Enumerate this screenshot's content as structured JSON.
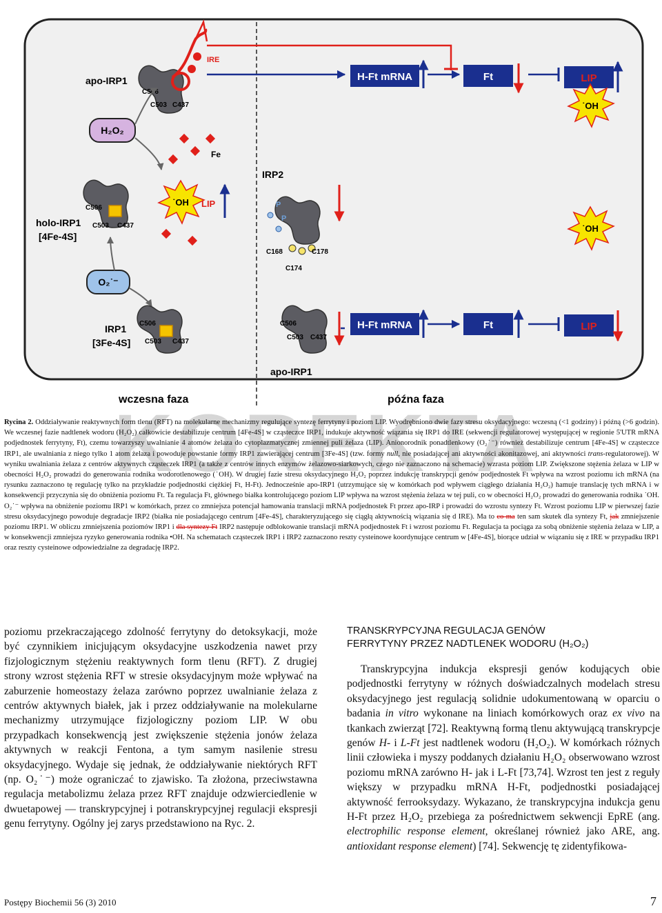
{
  "figure": {
    "labels": {
      "apo_irp1_top": "apo-IRP1",
      "ire": "IRE",
      "c506": "C506",
      "c503": "C503",
      "c437": "C437",
      "h2o2": "H₂O₂",
      "fe": "Fe",
      "irp2": "IRP2",
      "p": "P",
      "c168": "C168",
      "c178": "C178",
      "c174": "C174",
      "holo_irp1_line1": "holo-IRP1",
      "holo_irp1_line2": "[4Fe-4S]",
      "o2": "O₂˙⁻",
      "irp1_3fe_line1": "IRP1",
      "irp1_3fe_line2": "[3Fe-4S]",
      "oh": "˙OH",
      "lip": "LIP",
      "hft_mrna": "H-Ft mRNA",
      "ft": "Ft",
      "apo_irp1_bottom": "apo-IRP1",
      "early_phase": "wczesna faza",
      "late_phase": "późna faza"
    },
    "colors": {
      "panel_bg": "#f0f0f0",
      "blue_box": "#1a2f8f",
      "red": "#e0201a",
      "protein_gray": "#5c5c62",
      "cluster_yellow": "#f5c400",
      "h2o2_fill": "#d6b3e0",
      "o2_fill": "#9fc3ea",
      "oh_yellow": "#f7e400"
    }
  },
  "watermark": "KOREKTA",
  "caption": {
    "label": "Rycina 2.",
    "s1": " Oddziaływanie reaktywnych form tlenu (RFT) na molekularne mechanizmy regulujące syntezę ferrytyny i poziom LIP. Wyodrębniono dwie fazy stresu oksydacyjnego: wczesną (<1 godziny) i późną (>6 godzin). We wczesnej fazie nadtlenek wodoru (H₂O₂) całkowicie destabilizuje centrum [4Fe-4S] w cząsteczce IRP1, indukuje aktywność wiązania się IRP1 do IRE (sekwencji regulatorowej występującej w regionie 5'UTR mRNA podjednostek ferrytyny, Ft), czemu towarzyszy uwalnianie 4 atomów żelaza do cytoplazmatycznej zmiennej puli żelaza (LIP). Anionorodnik ponadtlenkowy (O₂˙⁻) również destabilizuje centrum [4Fe-4S] w cząsteczce IRP1, ale uwalniania z niego tylko 1 atom żelaza i powoduje powstanie formy IRP1 zawierającej centrum [3Fe-4S] (tzw. formy ",
    "null_italic": "null",
    "s2": ", nie posiadającej ani aktywności akonitazowej, ani aktywności ",
    "trans_italic": "trans",
    "s3": "-regulatorowej). W wyniku uwalniania żelaza z centrów aktywnych cząsteczek IRP1 (a także z centrów innych enzymów żelazowo-siarkowych, czego nie zaznaczono na schemacie) wzrasta poziom LIP. Zwiększone stężenia żelaza w LIP w obecności H₂O₂ prowadzi do generowania rodnika wodorotlenowego (˙OH). W drugiej fazie stresu oksydacyjnego H₂O₂ poprzez indukcję transkrypcji genów podjednostek Ft wpływa na wzrost poziomu ich mRNA (na rysunku zaznaczono tę regulację tylko na przykładzie podjednostki ciężkiej Ft, H-Ft). Jednocześnie apo-IRP1 (utrzymujące się w komórkach pod wpływem ciągłego działania H₂O₂) hamuje translację tych mRNA i w konsekwencji przyczynia się do obniżenia poziomu Ft. Ta regulacja Ft, głównego białka kontrolującego poziom LIP wpływa na wzrost stężenia żelaza w tej puli, co w obecności H₂O₂ prowadzi do generowania rodnika ˙OH. O₂˙⁻ wpływa na obniżenie poziomu IRP1 w komórkach, przez co zmniejsza potencjał hamowania translacji mRNA podjednostek Ft przez apo-IRP i prowadzi do wzrostu syntezy Ft. Wzrost poziomu LIP w pierwszej fazie stresu oksydacyjnego powoduje degradacje IRP2 (białka nie posiadającego centrum [4Fe-4S], charakteryzującego się ciągłą aktywnością wiązania się d IRE). Ma to ",
    "strike1": "co ma",
    "s4": " ten sam skutek dla syntezy Ft, ",
    "strike2": "jak",
    "s5": " zmniejszenie poziomu IRP1. W obliczu zmniejszenia poziomów IRP1 i ",
    "strike3": "dla syntezy Ft",
    "s6": " IRP2 następuje odblokowanie translacji mRNA podjednostek Ft i wzrost poziomu Ft. Regulacja ta pociąga za sobą obniżenie stężenia żelaza w LIP, a w konsekwencji zmniejsza ryzyko generowania rodnika •OH. Na schematach cząsteczek IRP1 i IRP2 zaznaczono reszty cysteinowe koordynujące centrum w [4Fe-4S], biorące udział w wiązaniu się z IRE w przypadku IRP1 oraz reszty cysteinowe odpowiedzialne za degradację IRP2."
  },
  "left_column": {
    "t1": "poziomu przekraczającego zdolność ferrytyny do detoksykacji, może być czynnikiem inicjującym oksydacyjne uszkodzenia nawet przy fizjologicznym stężeniu reaktywnych form tlenu (RFT). Z drugiej strony wzrost stężenia RFT w stresie oksydacyjnym może wpływać na zaburzenie homeostazy żelaza zarówno poprzez uwalnianie żelaza z centrów aktywnych białek, jak i przez oddziaływanie na molekularne mechanizmy utrzymujące fizjologiczny poziom LIP. W obu przypadkach konsekwencją jest zwiększenie stężenia jonów żelaza aktywnych w reakcji Fentona, a tym samym nasilenie stresu oksydacyjnego. Wydaje się jednak, że oddziaływanie niektórych RFT (np. O₂˙⁻) może ograniczać to zjawisko. Ta złożona, przeciwstawna regulacja metabolizmu żelaza przez RFT znajduje odzwierciedlenie w dwuetapowej — transkrypcyjnej i potranskrypcyjnej regulacji ekspresji genu ferrytyny. Ogólny jej zarys przedstawiono na Ryc. 2."
  },
  "right_column": {
    "heading_line1": "TRANSKRYPCYJNA REGULACJA GENÓW",
    "heading_line2": "FERRYTYNY PRZEZ NADTLENEK WODORU (H₂O₂)",
    "p1": "Transkrypcyjna indukcja ekspresji genów kodujących obie podjednostki ferrytyny w różnych doświadczalnych modelach stresu oksydacyjnego jest regulacją solidnie udokumentowaną w oparciu o badania ",
    "p1_it1": "in vitro",
    "p1_b": " wykonane na liniach komórkowych oraz ",
    "p1_it2": "ex vivo",
    "p1_c": " na tkankach zwierząt [72]. Reaktywną formą tlenu aktywującą transkrypcje genów ",
    "p1_it3": "H-",
    "p1_d": " i ",
    "p1_it4": "L-Ft",
    "p1_e": " jest nadtlenek wodoru (H₂O₂). W komórkach różnych linii człowieka i myszy poddanych działaniu H₂O₂ obserwowano wzrost poziomu mRNA zarówno H- jak i L-Ft [73,74]. Wzrost ten jest z reguły większy w przypadku mRNA H-Ft, podjednostki posiadającej aktywność ferrooksydazy. Wykazano, że transkrypcyjna indukcja genu H-Ft przez H₂O₂ przebiega za pośrednictwem sekwencji EpRE (ang. ",
    "p1_it5": "electrophilic response element",
    "p1_f": ", określanej również jako ARE, ang. ",
    "p1_it6": "antioxidant response element",
    "p1_g": ") [74]. Sekwencję tę zidentyfikowa-"
  },
  "footer": {
    "journal": "Postępy Biochemii 56 (3) 2010",
    "page_number": "7"
  }
}
